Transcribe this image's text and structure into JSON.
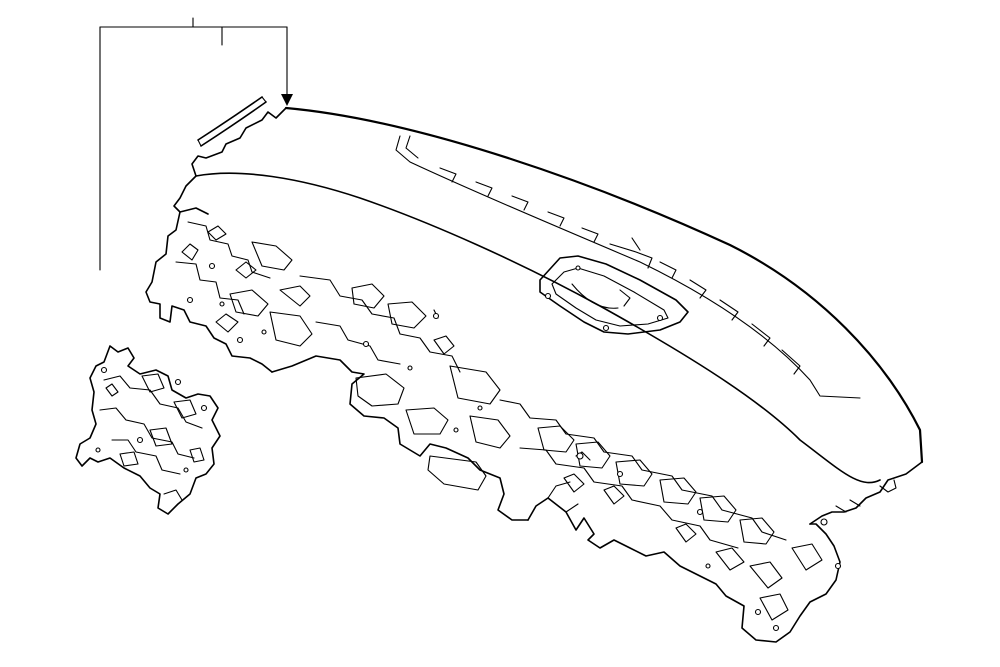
{
  "diagram": {
    "background_color": "#ffffff",
    "line_color": "#000000",
    "parts": [
      {
        "name": "instrument-panel-assembly"
      },
      {
        "name": "side-mounting-bracket"
      },
      {
        "name": "defroster-nozzle-strip"
      }
    ],
    "callout": {
      "branches": 3,
      "has_arrowhead": true,
      "label": ""
    }
  }
}
